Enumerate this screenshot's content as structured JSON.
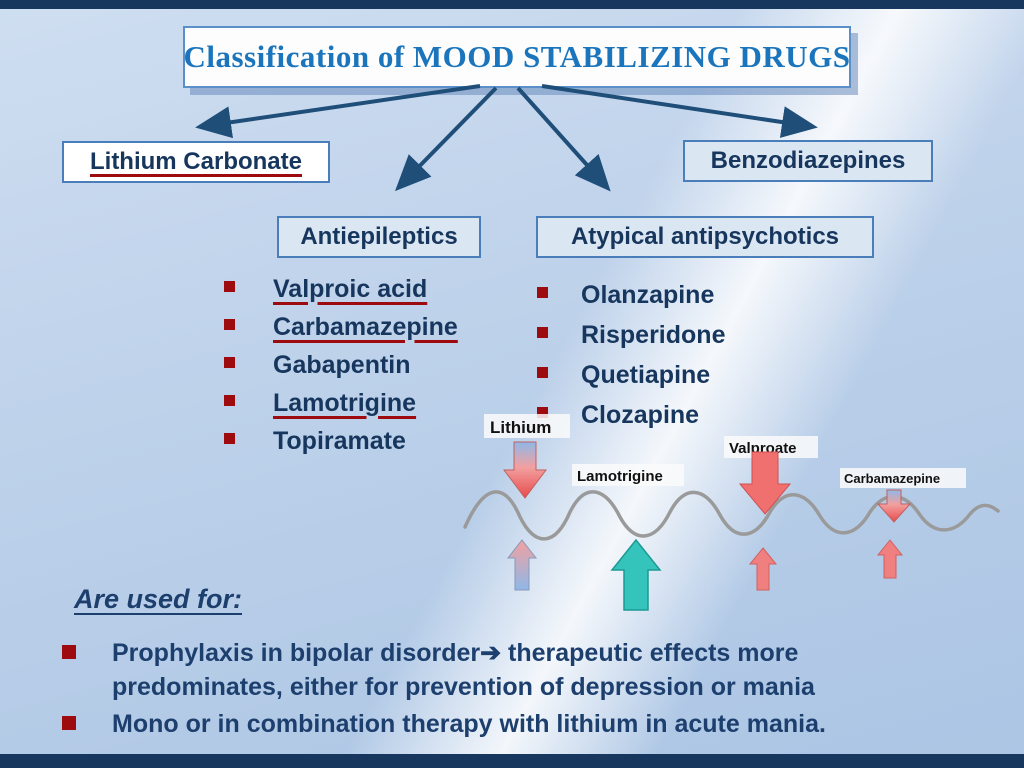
{
  "slide": {
    "title": "Classification of MOOD STABILIZING DRUGS"
  },
  "categories": {
    "lithium": {
      "label": "Lithium Carbonate"
    },
    "benzodiazepines": {
      "label": "Benzodiazepines"
    },
    "antiepileptics": {
      "label": "Antiepileptics",
      "items": [
        {
          "label": "Valproic acid",
          "underlined": true
        },
        {
          "label": "Carbamazepine",
          "underlined": true
        },
        {
          "label": "Gabapentin",
          "underlined": false
        },
        {
          "label": "Lamotrigine",
          "underlined": true
        },
        {
          "label": "Topiramate",
          "underlined": false
        }
      ]
    },
    "atypical": {
      "label": "Atypical antipsychotics",
      "items": [
        {
          "label": "Olanzapine"
        },
        {
          "label": "Risperidone"
        },
        {
          "label": "Quetiapine"
        },
        {
          "label": "Clozapine"
        }
      ]
    }
  },
  "mood_wave": {
    "labels": [
      {
        "name": "Lithium",
        "trend": "down"
      },
      {
        "name": "Lamotrigine",
        "trend": "up"
      },
      {
        "name": "Valproate",
        "trend": "down"
      },
      {
        "name": "Carbamazepine",
        "trend": "down"
      }
    ]
  },
  "usage": {
    "heading": "Are used for:",
    "bullets": [
      "Prophylaxis in bipolar disorder➔ therapeutic effects more predominates,  either for prevention of depression or mania",
      "Mono or in combination therapy with lithium in acute mania."
    ]
  },
  "colors": {
    "title_blue": "#1b75bc",
    "navy_text": "#17365d",
    "dark_red": "#9e0b0f",
    "teal_arrow": "#35c4bc",
    "red_arrow": "#f07070",
    "box_border": "#4a7ebb",
    "edge_bar": "#17375e"
  }
}
